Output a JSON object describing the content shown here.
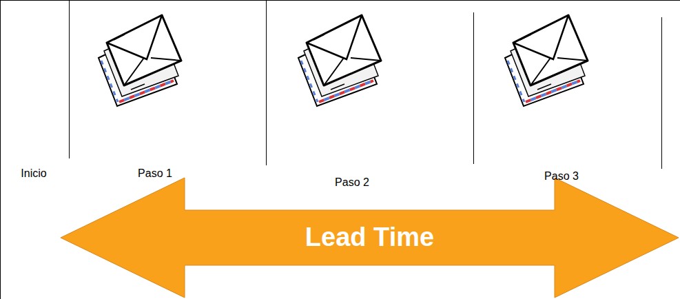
{
  "diagram": {
    "nodes": [
      {
        "text": [
          "Lead Time"
        ]
      }
    ],
    "labels": [
      "Inicio",
      "Paso 1",
      "Paso 2",
      "Paso 3"
    ]
  }
}
